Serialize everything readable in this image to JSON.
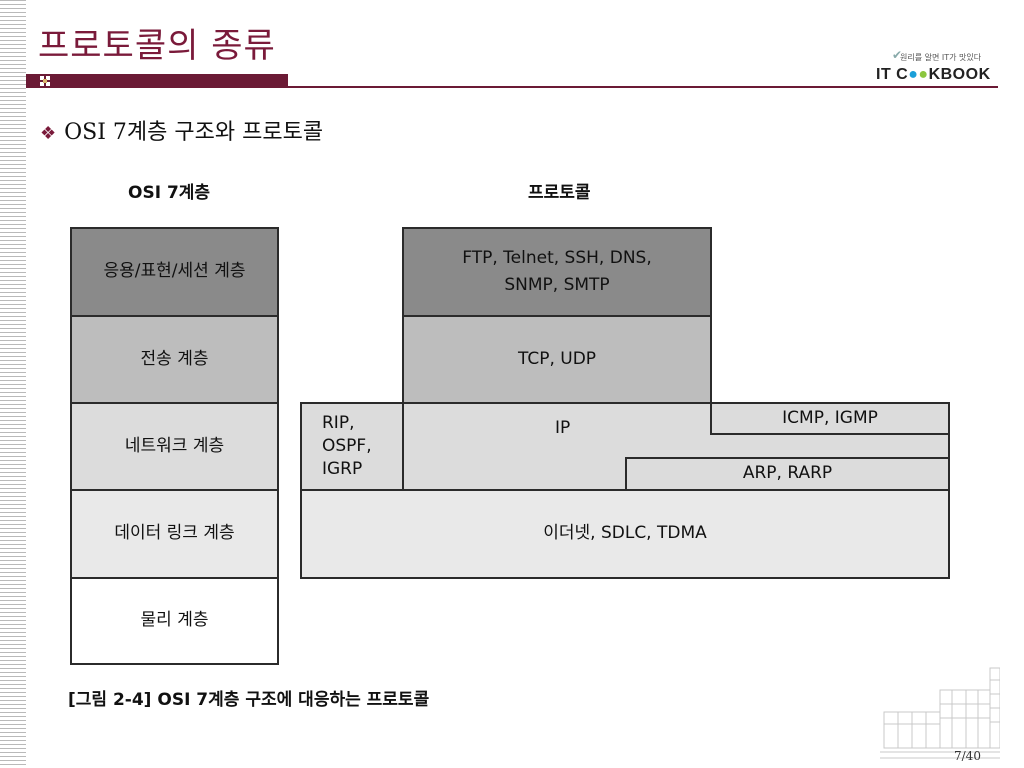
{
  "slide": {
    "title": "프로토콜의 종류",
    "subtitle": "OSI 7계층 구조와 프로토콜",
    "page": "7/40"
  },
  "logo": {
    "tagline": "원리를 알면 IT가 맛있다",
    "brand_prefix": "IT C",
    "brand_suffix": "KBOOK"
  },
  "diagram": {
    "osi_header": "OSI 7계층",
    "protocol_header": "프로토콜",
    "layers": {
      "app": "응용/표현/세션 계층",
      "transport": "전송 계층",
      "network": "네트워크 계층",
      "datalink": "데이터 링크 계층",
      "physical": "물리 계층"
    },
    "protocols": {
      "app_line1": "FTP, Telnet, SSH, DNS,",
      "app_line2": "SNMP, SMTP",
      "transport": "TCP, UDP",
      "routing_1": "RIP,",
      "routing_2": "OSPF,",
      "routing_3": "IGRP",
      "ip": "IP",
      "icmp": "ICMP, IGMP",
      "arp": "ARP, RARP",
      "datalink": "이더넷, SDLC, TDMA"
    },
    "caption": "[그림 2-4] OSI 7계층 구조에 대응하는 프로토콜"
  },
  "colors": {
    "accent": "#7a1a3a",
    "dark_gray": "#8a8a8a",
    "mid_gray": "#bdbdbd",
    "light_gray": "#dcdcdc"
  }
}
